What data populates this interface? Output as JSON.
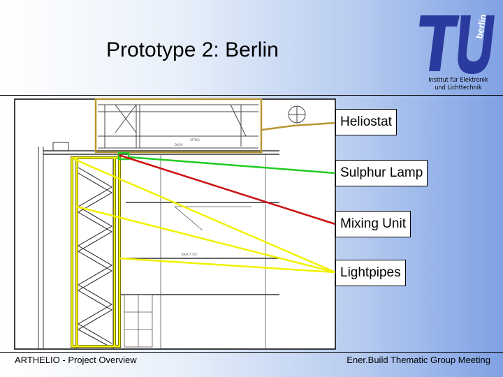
{
  "slide": {
    "title": "Prototype 2: Berlin"
  },
  "logo": {
    "mark": "TU",
    "city": "berlin",
    "caption_line1": "Institut für Elektronik",
    "caption_line2": "und Lichttechnik"
  },
  "callouts": {
    "heliostat": "Heliostat",
    "sulphur_lamp": "Sulphur Lamp",
    "mixing_unit": "Mixing Unit",
    "lightpipes": "Lightpipes"
  },
  "colors": {
    "heliostat_line": "#b8962e",
    "sulphur_line": "#22cc22",
    "mixing_line": "#cc1111",
    "lightpipe_line": "#f2f200"
  },
  "drawing_labels": {
    "attic": "ATTIKA",
    "roof": "DACH",
    "floor": "BRAUT 1ST"
  },
  "footer": {
    "left": "ARTHELIO - Project Overview",
    "right": "Ener.Build Thematic Group Meeting"
  }
}
